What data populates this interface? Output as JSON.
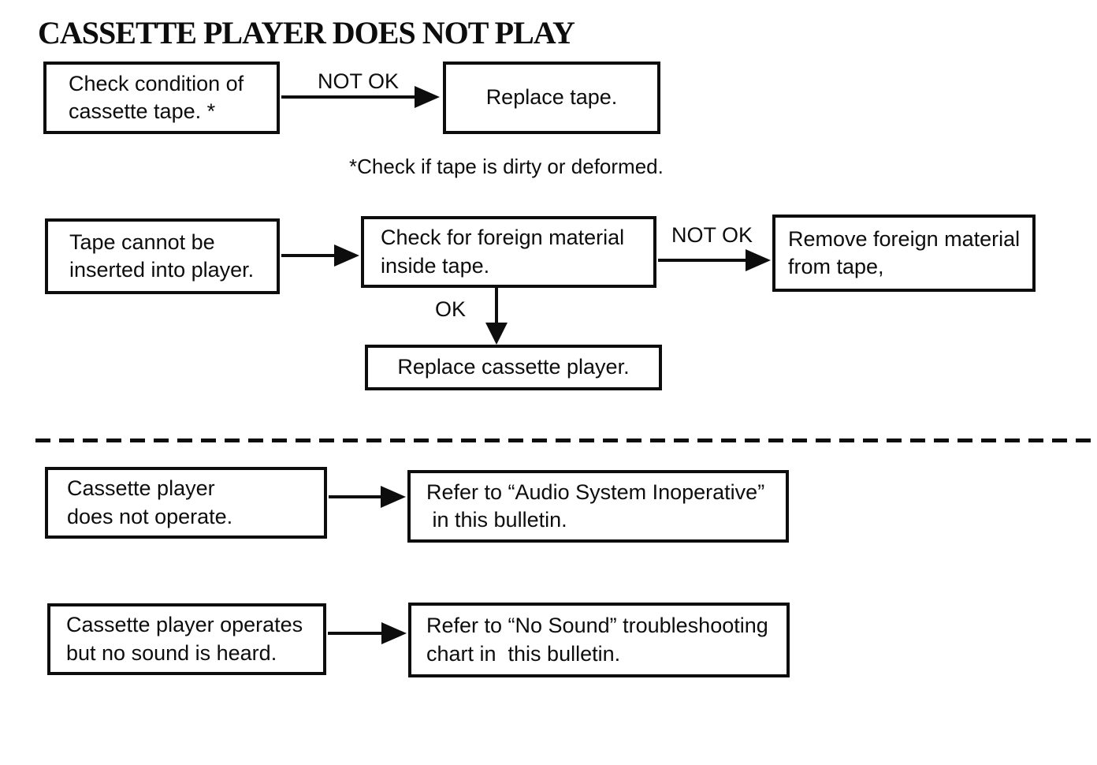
{
  "title": "CASSETTE PLAYER DOES NOT PLAY",
  "colors": {
    "ink": "#0d0d0d",
    "paper": "#ffffff"
  },
  "footnote": "*Check if tape is dirty or deformed.",
  "labels": {
    "not_ok_1": "NOT OK",
    "not_ok_2": "NOT OK",
    "ok": "OK"
  },
  "nodes": {
    "check_tape_condition": "Check condition of\ncassette tape. *",
    "replace_tape": "Replace tape.",
    "tape_cannot_be_inserted": "Tape cannot be\ninserted into player.",
    "check_foreign_material": "Check for foreign material\ninside tape.",
    "remove_foreign_material": "Remove foreign material\nfrom tape,",
    "replace_cassette_player": "Replace cassette player.",
    "player_does_not_operate": "Cassette player\ndoes not operate.",
    "refer_audio_system": "Refer to “Audio System Inoperative”\n in this bulletin.",
    "player_no_sound": "Cassette player operates\nbut no sound is heard.",
    "refer_no_sound": "Refer to “No Sound” troubleshooting\nchart in  this bulletin."
  }
}
